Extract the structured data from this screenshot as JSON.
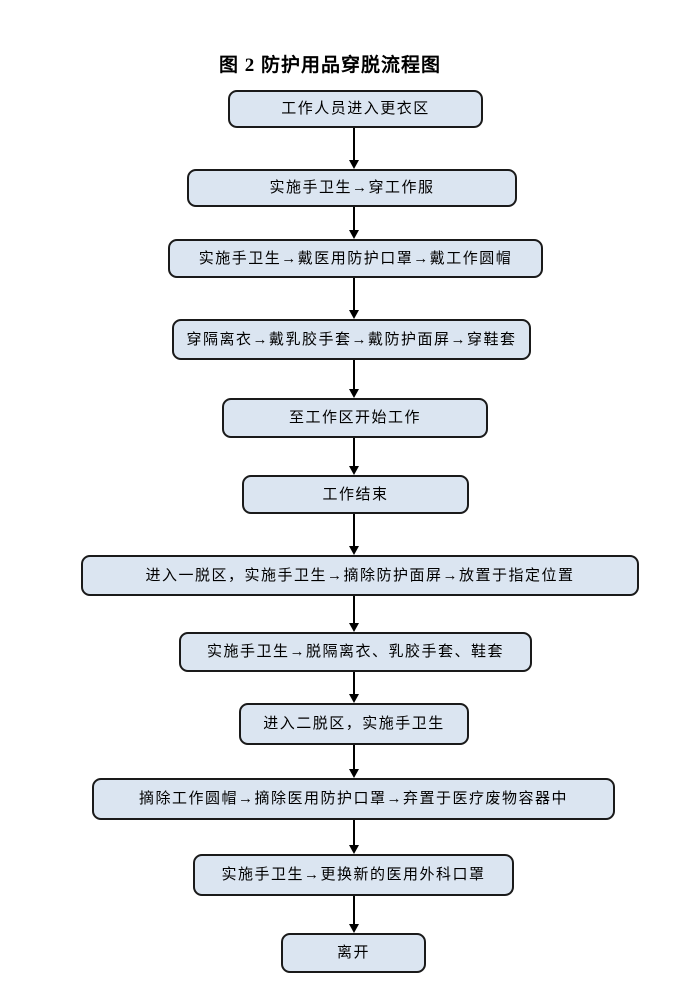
{
  "title": "图 2 防护用品穿脱流程图",
  "flow": {
    "connector_style": "vertical-arrow-down",
    "steps": [
      {
        "label": "工作人员进入更衣区"
      },
      {
        "label": "实施手卫生→穿工作服"
      },
      {
        "label": "实施手卫生→戴医用防护口罩→戴工作圆帽"
      },
      {
        "label": "穿隔离衣→戴乳胶手套→戴防护面屏→穿鞋套"
      },
      {
        "label": "至工作区开始工作"
      },
      {
        "label": "工作结束"
      },
      {
        "label": "进入一脱区，实施手卫生→摘除防护面屏→放置于指定位置"
      },
      {
        "label": "实施手卫生→脱隔离衣、乳胶手套、鞋套"
      },
      {
        "label": "进入二脱区，实施手卫生"
      },
      {
        "label": "摘除工作圆帽→摘除医用防护口罩→弃置于医疗废物容器中"
      },
      {
        "label": "实施手卫生→更换新的医用外科口罩"
      },
      {
        "label": "离开"
      }
    ]
  },
  "colors": {
    "background": "#ffffff",
    "node_fill": "#dbe5f1",
    "node_border": "#1a1a1a",
    "arrow": "#000000",
    "text": "#000000"
  }
}
